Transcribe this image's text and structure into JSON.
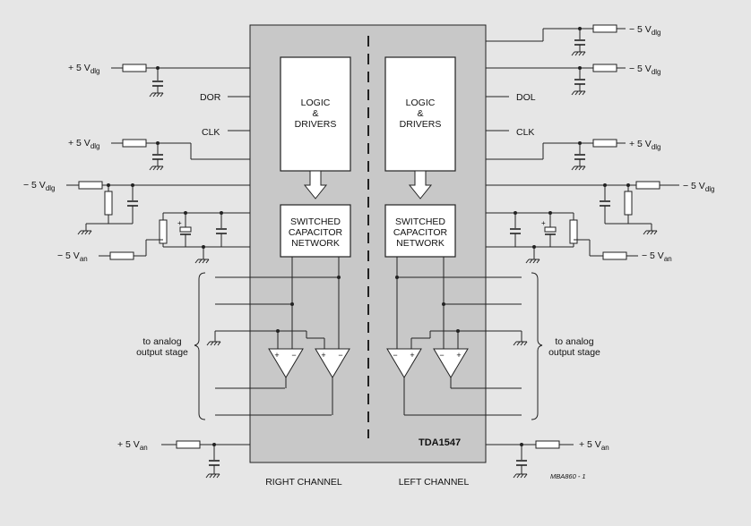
{
  "chip": {
    "name": "TDA1547"
  },
  "blocks": {
    "logic_left": [
      "LOGIC",
      "&",
      "DRIVERS"
    ],
    "logic_right": [
      "LOGIC",
      "&",
      "DRIVERS"
    ],
    "scn_left": [
      "SWITCHED",
      "CAPACITOR",
      "NETWORK"
    ],
    "scn_right": [
      "SWITCHED",
      "CAPACITOR",
      "NETWORK"
    ]
  },
  "pins": {
    "dor": "DOR",
    "clk_r": "CLK",
    "dol": "DOL",
    "clk_l": "CLK"
  },
  "left_supplies": {
    "s1": {
      "main": "+ 5 V",
      "sub": "dlg"
    },
    "s2": {
      "main": "+ 5 V",
      "sub": "dlg"
    },
    "s3": {
      "main": "− 5 V",
      "sub": "dlg"
    },
    "s4": {
      "main": "− 5 V",
      "sub": "an"
    },
    "s5": {
      "main": "+ 5 V",
      "sub": "an"
    }
  },
  "right_supplies": {
    "s1": {
      "main": "− 5 V",
      "sub": "dlg"
    },
    "s2": {
      "main": "− 5 V",
      "sub": "dlg"
    },
    "s3": {
      "main": "+ 5 V",
      "sub": "dlg"
    },
    "s4": {
      "main": "− 5 V",
      "sub": "dlg"
    },
    "s5": {
      "main": "− 5 V",
      "sub": "an"
    },
    "s6": {
      "main": "+ 5 V",
      "sub": "an"
    }
  },
  "notes": {
    "left_stage": [
      "to analog",
      "output stage"
    ],
    "right_stage": [
      "to analog",
      "output stage"
    ]
  },
  "channels": {
    "right": "RIGHT CHANNEL",
    "left": "LEFT CHANNEL"
  },
  "figure_id": "MBA860 - 1",
  "opamp_signs": {
    "plus": "+",
    "minus": "−"
  }
}
